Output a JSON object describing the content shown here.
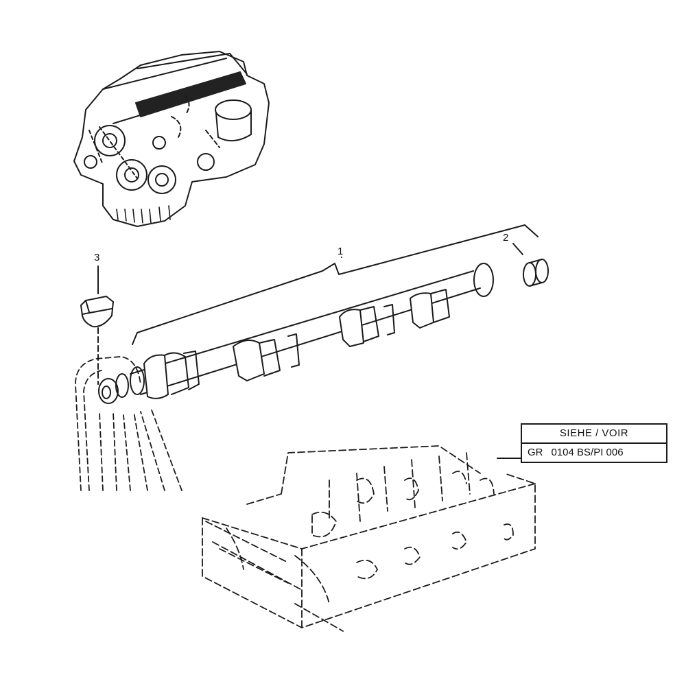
{
  "diagram": {
    "type": "exploded-parts-view",
    "subject": "camshaft assembly",
    "callouts": [
      {
        "id": "1",
        "label": "1",
        "part": "camshaft"
      },
      {
        "id": "2",
        "label": "2",
        "part": "plug / cap"
      },
      {
        "id": "3",
        "label": "3",
        "part": "woodruff key"
      }
    ],
    "reference_box": {
      "title": "SIEHE / VOIR",
      "group_prefix": "GR",
      "group_code": "0104 BS/PI 006"
    },
    "views": [
      {
        "name": "engine-overview",
        "highlight_color": "#222222"
      },
      {
        "name": "camshaft"
      },
      {
        "name": "cylinder-head-dashed"
      }
    ],
    "colors": {
      "line": "#1a1a1a",
      "background": "#ffffff"
    }
  }
}
